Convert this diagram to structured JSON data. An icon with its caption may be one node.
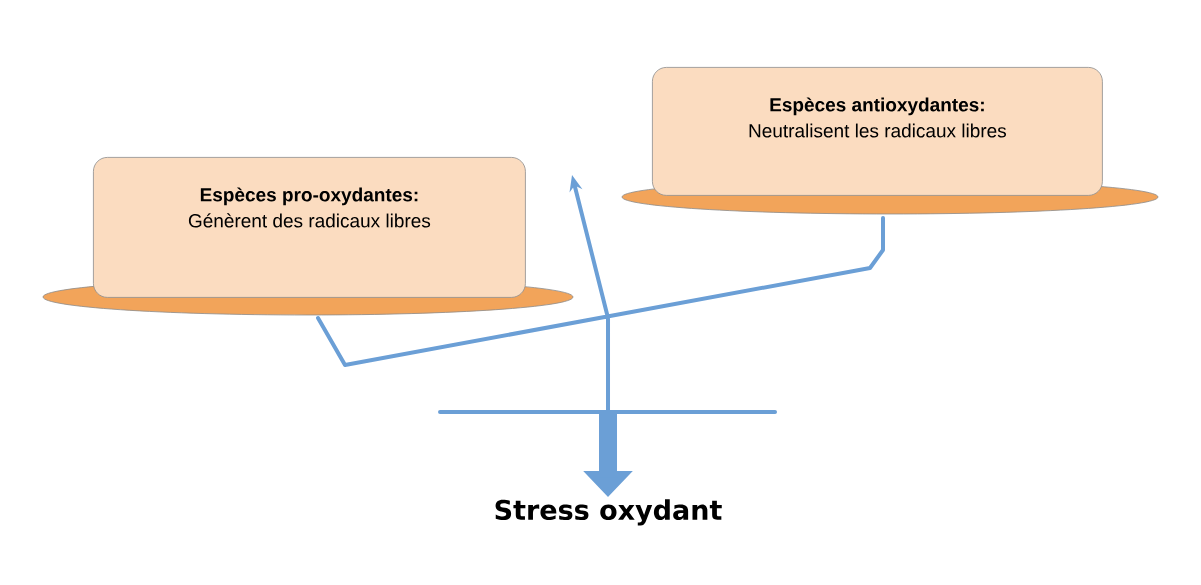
{
  "diagram": {
    "nodes": [
      {
        "text": [
          "Espèces pro-oxydantes:",
          "Génèrent des radicaux libres"
        ]
      },
      {
        "text": [
          "Espèces antioxydantes:",
          "Neutralisent les radicaux libres"
        ]
      },
      {
        "text": [
          "Stress oxydant"
        ]
      }
    ],
    "edges": [
      {
        "from": null,
        "to": 2,
        "arrow": "to"
      }
    ]
  }
}
